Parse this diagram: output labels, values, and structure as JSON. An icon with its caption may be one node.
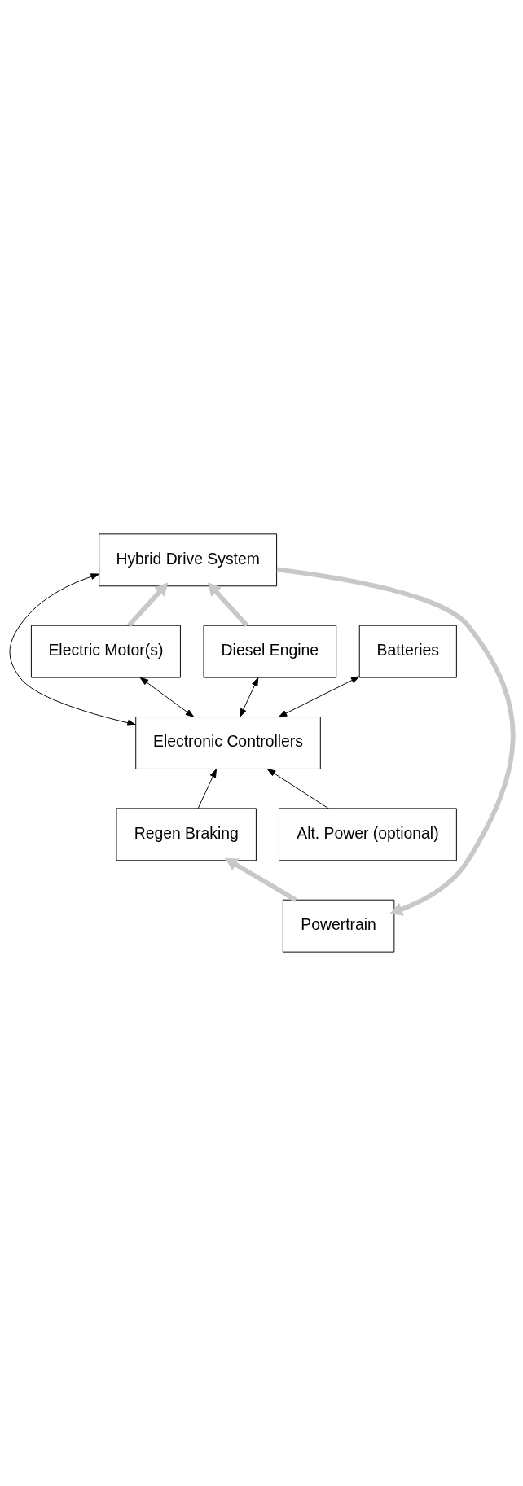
{
  "diagram": {
    "nodes": [
      {
        "text": [
          "Powertrain"
        ]
      },
      {
        "text": [
          "Regen Braking"
        ]
      },
      {
        "text": [
          "Hybrid Drive System"
        ]
      },
      {
        "text": [
          "Electronic Controllers"
        ]
      },
      {
        "text": [
          "Alt. Power (optional)"
        ]
      },
      {
        "text": [
          "Electric Motor(s)"
        ]
      },
      {
        "text": [
          "Diesel Engine"
        ]
      },
      {
        "text": [
          "Batteries"
        ]
      }
    ],
    "edges": [
      {
        "from": 0,
        "to": 1,
        "arrow": "to",
        "style": "thick",
        "color": "#c8c8c8"
      },
      {
        "from": 2,
        "to": 0,
        "arrow": "to",
        "style": "thick",
        "color": "#c8c8c8"
      },
      {
        "from": 1,
        "to": 3,
        "arrow": "to"
      },
      {
        "from": 4,
        "to": 3,
        "arrow": "to"
      },
      {
        "from": 5,
        "to": 2,
        "arrow": "to",
        "style": "thick",
        "color": "#c8c8c8"
      },
      {
        "from": 6,
        "to": 2,
        "arrow": "to",
        "style": "thick",
        "color": "#c8c8c8"
      },
      {
        "from": 3,
        "to": 2,
        "arrow": "both"
      },
      {
        "from": 3,
        "to": 5,
        "arrow": "both"
      },
      {
        "from": 3,
        "to": 6,
        "arrow": "both"
      },
      {
        "from": 3,
        "to": 7,
        "arrow": "both"
      }
    ]
  }
}
